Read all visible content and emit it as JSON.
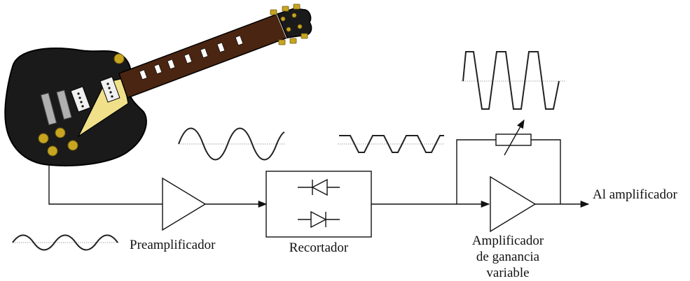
{
  "labels": {
    "preamp": "Preamplificador",
    "clipper": "Recortador",
    "var_gain_line1": "Amplificador",
    "var_gain_line2": "de ganancia",
    "var_gain_line3": "variable",
    "output": "Al amplificador"
  },
  "colors": {
    "guitar_body": "#1a1a1a",
    "guitar_neck": "#4a2511",
    "gold": "#c8a521",
    "pickguard": "#f0e08a",
    "line": "#111111"
  },
  "icons": [
    "electric-guitar-icon",
    "triangle-amplifier-icon",
    "diode-icon",
    "potentiometer-icon",
    "arrow-icon"
  ]
}
